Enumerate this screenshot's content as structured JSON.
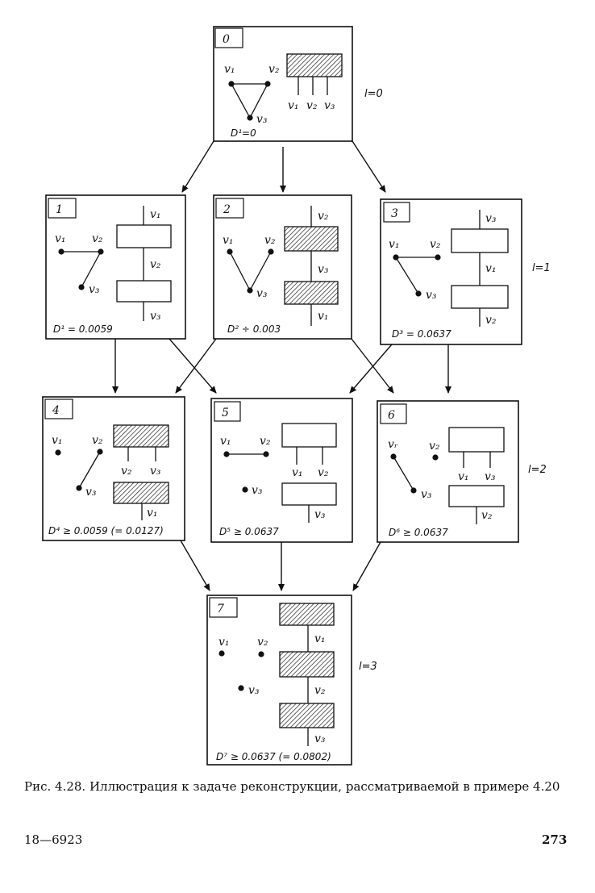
{
  "caption": "Рис. 4.28. Иллюстрация к задаче реконструкции, рассматриваемой в примере 4.20",
  "footer": {
    "left": "18—6923",
    "page_number": "273"
  },
  "levels": [
    "l=0",
    "l=1",
    "l=2",
    "l=3"
  ],
  "nodes": {
    "n0": {
      "id": "0",
      "d_text": "D¹=0"
    },
    "n1": {
      "id": "1",
      "d_text": "D¹ = 0.0059"
    },
    "n2": {
      "id": "2",
      "d_text": "D² ÷ 0.003"
    },
    "n3": {
      "id": "3",
      "d_text": "D³ = 0.0637"
    },
    "n4": {
      "id": "4",
      "d_text": "D⁴ ≥ 0.0059 (= 0.0127)"
    },
    "n5": {
      "id": "5",
      "d_text": "D⁵ ≥ 0.0637"
    },
    "n6": {
      "id": "6",
      "d_text": "D⁶ ≥ 0.0637"
    },
    "n7": {
      "id": "7",
      "d_text": "D⁷ ≥ 0.0637 (= 0.0802)"
    }
  },
  "labels": {
    "v1": "v₁",
    "v2": "v₂",
    "v3": "v₃",
    "v1_alt": "vᵣ"
  },
  "edges": [
    [
      "0",
      "1"
    ],
    [
      "0",
      "2"
    ],
    [
      "0",
      "3"
    ],
    [
      "1",
      "4"
    ],
    [
      "1",
      "5"
    ],
    [
      "2",
      "4"
    ],
    [
      "2",
      "6"
    ],
    [
      "3",
      "5"
    ],
    [
      "3",
      "6"
    ],
    [
      "4",
      "7"
    ],
    [
      "5",
      "7"
    ],
    [
      "6",
      "7"
    ]
  ]
}
